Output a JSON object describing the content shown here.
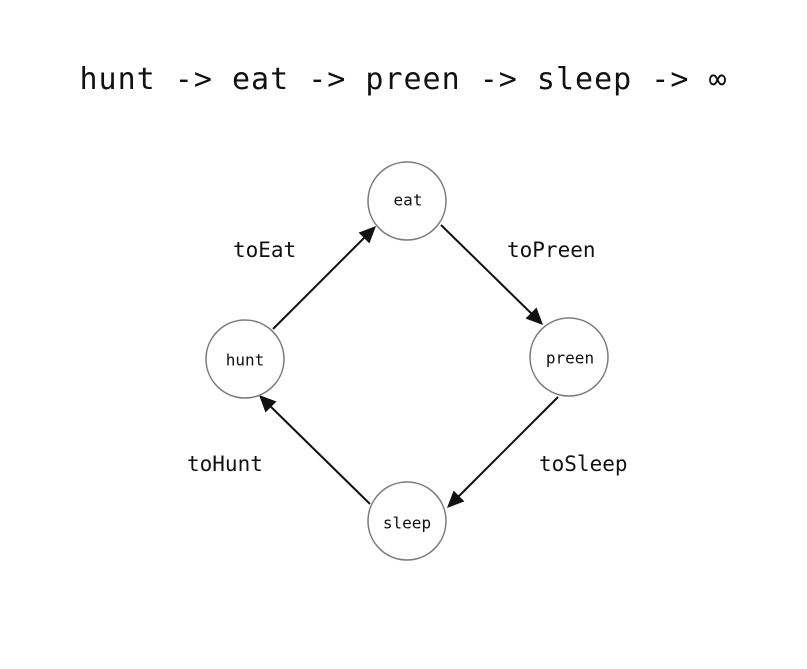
{
  "title": "hunt -> eat -> preen -> sleep -> ∞",
  "nodes": {
    "eat": "eat",
    "preen": "preen",
    "sleep": "sleep",
    "hunt": "hunt"
  },
  "edges": {
    "to_eat": "toEat",
    "to_preen": "toPreen",
    "to_sleep": "toSleep",
    "to_hunt": "toHunt"
  }
}
